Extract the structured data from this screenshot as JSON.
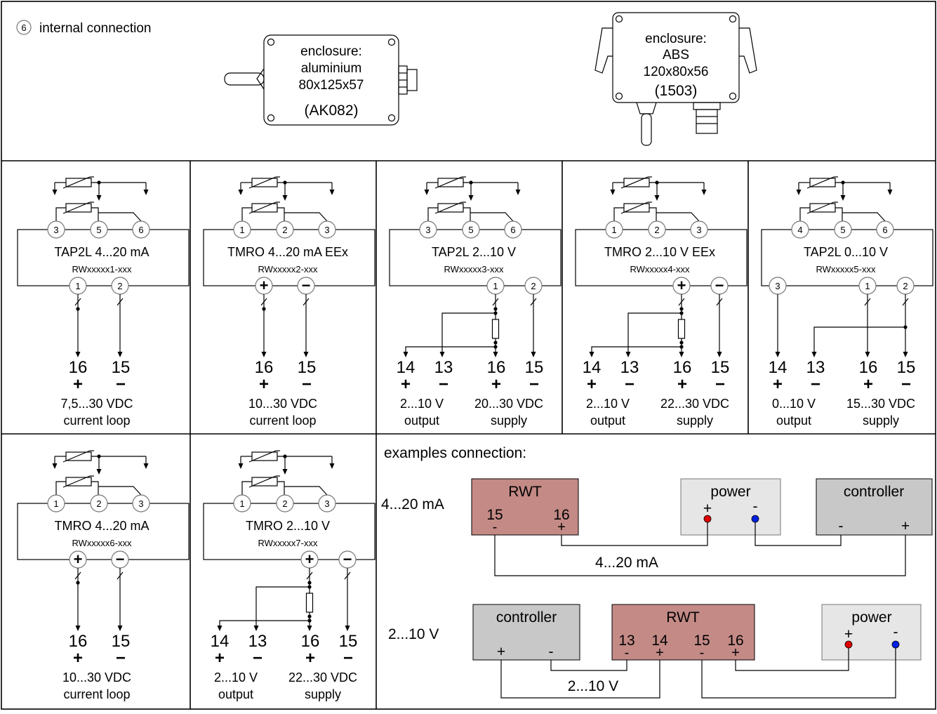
{
  "colors": {
    "rwt": "#c48a86",
    "power": "#e6e6e6",
    "controller": "#c8c8c8",
    "positive_dot": "#e00000",
    "negative_dot": "#0020e0",
    "terminal_circle": "#777777"
  },
  "header": {
    "legend_number": "6",
    "legend_text": "internal connection",
    "enclosure_al": [
      "enclosure:",
      "aluminium",
      "80x125x57",
      "(AK082)"
    ],
    "enclosure_abs": [
      "enclosure:",
      "ABS",
      "120x80x56",
      "(1503)"
    ]
  },
  "blocks": [
    {
      "id": "b1",
      "title": "TAP2L 4...20 mA",
      "code": "RWxxxxx1-xxx",
      "top": [
        "3",
        "5",
        "6"
      ],
      "bottom": [
        "1",
        "2"
      ],
      "ext": [
        "16",
        "15"
      ],
      "signs": [
        "+",
        "−"
      ],
      "desc": [
        "7,5...30 VDC",
        "current loop"
      ]
    },
    {
      "id": "b2",
      "title": "TMRO 4...20 mA EEx",
      "code": "RWxxxxx2-xxx",
      "top": [
        "1",
        "2",
        "3"
      ],
      "bottom": [
        "+",
        "−"
      ],
      "ext": [
        "16",
        "15"
      ],
      "signs": [
        "+",
        "−"
      ],
      "desc": [
        "10...30 VDC",
        "current loop"
      ]
    },
    {
      "id": "b3",
      "title": "TAP2L 2...10 V",
      "code": "RWxxxxx3-xxx",
      "top": [
        "3",
        "5",
        "6"
      ],
      "bottom": [
        "1",
        "2"
      ],
      "ext": [
        "14",
        "13",
        "16",
        "15"
      ],
      "signs": [
        "+",
        "−",
        "+",
        "−"
      ],
      "desc": [
        "2...10 V",
        "output",
        "20...30 VDC",
        "supply"
      ]
    },
    {
      "id": "b4",
      "title": "TMRO 2...10 V EEx",
      "code": "RWxxxxx4-xxx",
      "top": [
        "1",
        "2",
        "3"
      ],
      "bottom": [
        "+",
        "−"
      ],
      "ext": [
        "14",
        "13",
        "16",
        "15"
      ],
      "signs": [
        "+",
        "−",
        "+",
        "−"
      ],
      "desc": [
        "2...10 V",
        "output",
        "22...30 VDC",
        "supply"
      ]
    },
    {
      "id": "b5",
      "title": "TAP2L 0...10 V",
      "code": "RWxxxxx5-xxx",
      "top": [
        "4",
        "5",
        "6"
      ],
      "bottom": [
        "3",
        "1",
        "2"
      ],
      "ext": [
        "14",
        "13",
        "16",
        "15"
      ],
      "signs": [
        "+",
        "−",
        "+",
        "−"
      ],
      "desc": [
        "0...10 V",
        "output",
        "15...30 VDC",
        "supply"
      ]
    },
    {
      "id": "b6",
      "title": "TMRO 4...20 mA",
      "code": "RWxxxxx6-xxx",
      "top": [
        "1",
        "2",
        "3"
      ],
      "bottom": [
        "+",
        "−"
      ],
      "ext": [
        "16",
        "15"
      ],
      "signs": [
        "+",
        "−"
      ],
      "desc": [
        "10...30 VDC",
        "current loop"
      ]
    },
    {
      "id": "b7",
      "title": "TMRO 2...10 V",
      "code": "RWxxxxx7-xxx",
      "top": [
        "1",
        "2",
        "3"
      ],
      "bottom": [
        "+",
        "−"
      ],
      "ext": [
        "14",
        "13",
        "16",
        "15"
      ],
      "signs": [
        "+",
        "−",
        "+",
        "−"
      ],
      "desc": [
        "2...10 V",
        "output",
        "22...30 VDC",
        "supply"
      ]
    }
  ],
  "examples": {
    "heading": "examples connection:",
    "ex1": {
      "label": "4...20 mA",
      "rwt": {
        "title": "RWT",
        "t1": "15",
        "t2": "16",
        "s1": "-",
        "s2": "+"
      },
      "power": {
        "title": "power",
        "plus": "+",
        "minus": "-"
      },
      "controller": {
        "title": "controller",
        "minus": "-",
        "plus": "+"
      },
      "loop_label": "4...20 mA"
    },
    "ex2": {
      "label": "2...10 V",
      "controller": {
        "title": "controller",
        "plus": "+",
        "minus": "-"
      },
      "rwt": {
        "title": "RWT",
        "t13": "13",
        "t14": "14",
        "t15": "15",
        "t16": "16",
        "s13": "-",
        "s14": "+",
        "s15": "-",
        "s16": "+"
      },
      "power": {
        "title": "power",
        "plus": "+",
        "minus": "-"
      },
      "loop_label": "2...10 V"
    }
  }
}
